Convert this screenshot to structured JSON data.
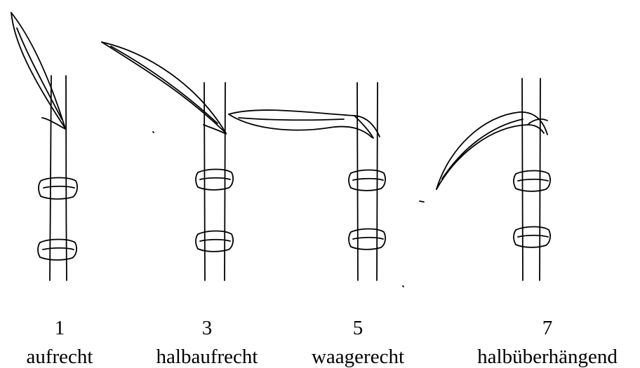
{
  "figure": {
    "ink_color": "#000000",
    "background_color": "#ffffff",
    "stalks": [
      {
        "number": "1",
        "label": "aufrecht"
      },
      {
        "number": "3",
        "label": "halbaufrecht"
      },
      {
        "number": "5",
        "label": "waagerecht"
      },
      {
        "number": "7",
        "label": "halbüberhängend"
      }
    ]
  }
}
